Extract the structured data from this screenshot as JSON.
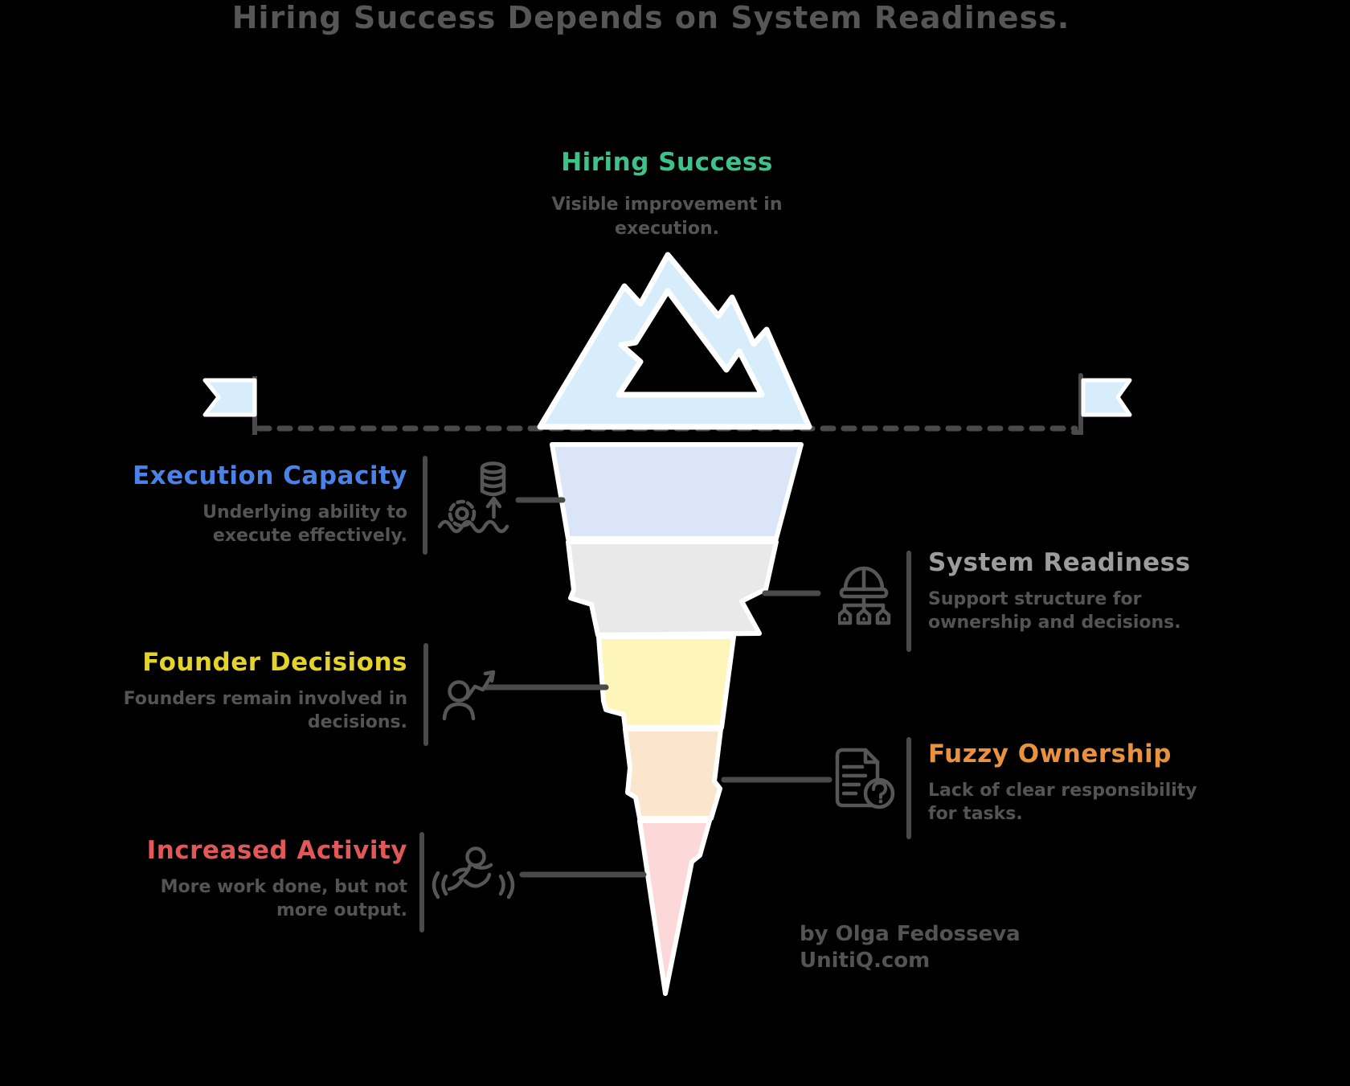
{
  "title": "Hiring Success Depends on System Readiness.",
  "tip": {
    "heading": "Hiring Success",
    "description": "Visible improvement in execution."
  },
  "sections": [
    {
      "id": "execution-capacity",
      "side": "left",
      "title": "Execution Capacity",
      "description": "Underlying ability to execute effectively.",
      "icon": "gear-database-arrow-icon"
    },
    {
      "id": "system-readiness",
      "side": "right",
      "title": "System Readiness",
      "description": "Support structure for ownership and decisions.",
      "icon": "hardhat-structure-icon"
    },
    {
      "id": "founder-decisions",
      "side": "left",
      "title": "Founder Decisions",
      "description": "Founders remain involved in decisions.",
      "icon": "person-decision-path-icon"
    },
    {
      "id": "fuzzy-ownership",
      "side": "right",
      "title": "Fuzzy Ownership",
      "description": "Lack of clear responsibility for tasks.",
      "icon": "document-question-icon"
    },
    {
      "id": "increased-activity",
      "side": "left",
      "title": "Increased Activity",
      "description": "More work done, but not more output.",
      "icon": "running-person-icon"
    }
  ],
  "attribution": {
    "line1": "by Olga Fedosseva",
    "line2": "UnitiQ.com"
  },
  "decorations": {
    "mountain_icon": "iceberg-mountain-icon",
    "left_flag_icon": "flag-icon",
    "right_flag_icon": "flag-icon",
    "waterline_style": "dashed"
  },
  "colors": {
    "background": "#000000",
    "title-text": "#565656",
    "body-text": "#545454",
    "line": "#4a4a4a",
    "icon": "#565656",
    "ice-above": "#d7edfb",
    "layer-execution": "#dbe5f8",
    "layer-system": "#e9e9ea",
    "layer-founder": "#fdf5ba",
    "layer-fuzzy": "#fce5cd",
    "layer-activity": "#fcd9d8",
    "accent-success": "#3fc18a",
    "accent-execution": "#4b82e8",
    "accent-system": "#9c9c9c",
    "accent-founder": "#e3d32b",
    "accent-fuzzy": "#e8923f",
    "accent-activity": "#e25757"
  }
}
